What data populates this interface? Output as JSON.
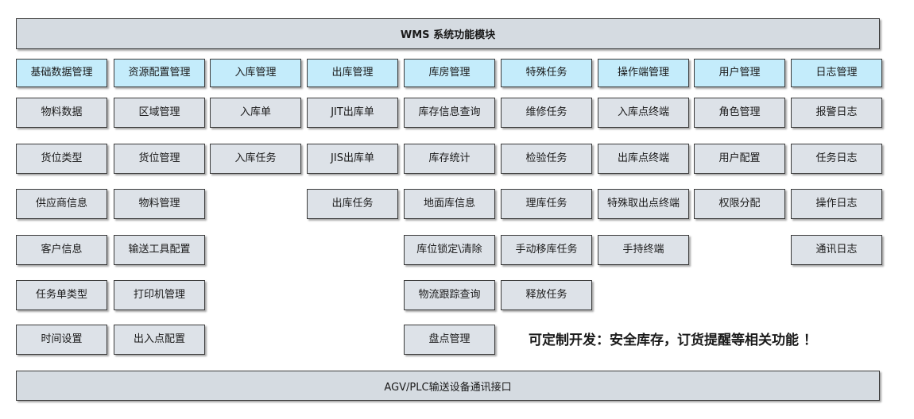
{
  "title": "WMS 系统功能模块",
  "footer": "AGV/PLC输送设备通讯接口",
  "note": "可定制开发：安全库存，订货提醒等相关功能 ！",
  "colors": {
    "header_fill": "#c4ecfb",
    "item_fill": "#dde2e8",
    "bar_fill": "#d5dbe1",
    "border": "#3a3a3a"
  },
  "columns": [
    {
      "header": "基础数据管理",
      "items": [
        "物料数据",
        "货位类型",
        "供应商信息",
        "客户信息",
        "任务单类型",
        "时间设置"
      ]
    },
    {
      "header": "资源配置管理",
      "items": [
        "区域管理",
        "货位管理",
        "物料管理",
        "输送工具配置",
        "打印机管理",
        "出入点配置"
      ]
    },
    {
      "header": "入库管理",
      "items": [
        "入库单",
        "入库任务"
      ]
    },
    {
      "header": "出库管理",
      "items": [
        "JIT出库单",
        "JIS出库单",
        "出库任务"
      ]
    },
    {
      "header": "库房管理",
      "items": [
        "库存信息查询",
        "库存统计",
        "地面库信息",
        "库位锁定\\清除",
        "物流跟踪查询",
        "盘点管理"
      ]
    },
    {
      "header": "特殊任务",
      "items": [
        "维修任务",
        "检验任务",
        "理库任务",
        "手动移库任务",
        "释放任务"
      ]
    },
    {
      "header": "操作端管理",
      "items": [
        "入库点终端",
        "出库点终端",
        "特殊取出点终端",
        "手持终端"
      ]
    },
    {
      "header": "用户管理",
      "items": [
        "角色管理",
        "用户配置",
        "权限分配"
      ]
    },
    {
      "header": "日志管理",
      "items": [
        "报警日志",
        "任务日志",
        "操作日志",
        "通讯日志"
      ]
    }
  ]
}
